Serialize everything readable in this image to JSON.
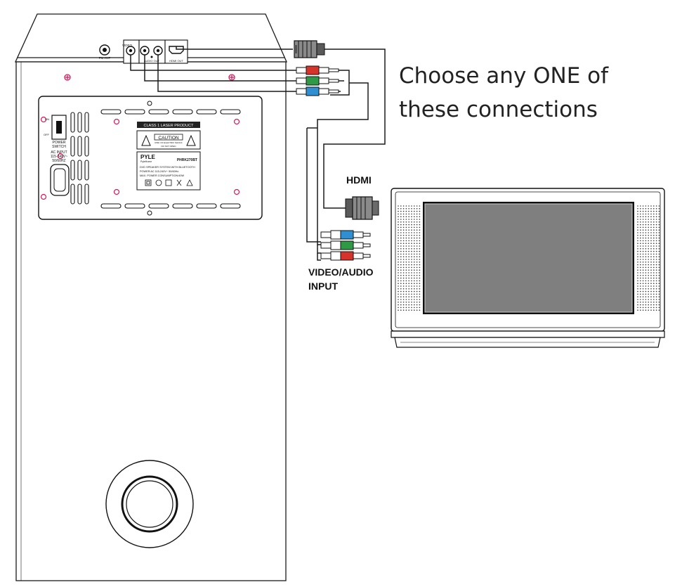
{
  "instruction": {
    "line1": "Choose any ONE of",
    "line2": "these connections"
  },
  "labels": {
    "hdmi": "HDMI",
    "av_line1": "VIDEO/AUDIO",
    "av_line2": "INPUT"
  },
  "speaker_panel": {
    "fm_ant": "FM ANT",
    "video": "VIDEO",
    "audio_out": "AUDIO OUT",
    "hdmi_out": "HDMI OUT",
    "power_on": "ON",
    "power_off": "OFF",
    "power_switch_line1": "POWER",
    "power_switch_line2": "SWITCH",
    "ac_input_line1": "AC INPUT",
    "ac_input_line2": "115-240V~",
    "ac_input_line3": "50/60HZ",
    "laser_product": "CLASS 1 LASER PRODUCT",
    "caution": "CAUTION",
    "caution_sub1": "RISK OF ELECTRIC SHOCK",
    "caution_sub2": "DO NOT OPEN",
    "brand": "PYLE",
    "brand_sub": "PyleHome",
    "model": "PHRK270BT",
    "spec1": "DVD SPEAKER SYSTEM WITH BLUETOOTH",
    "spec2": "POWER:AC 115-240V~ 50/60Hz",
    "spec3": "MAX. POWER CONSUMPTION:60W"
  },
  "colors": {
    "line": "#1a1a1a",
    "plug_gray": "#8a8a8a",
    "rca_red": "#d6332b",
    "rca_green": "#2e9a45",
    "rca_blue": "#2f8fd0",
    "screw_magenta": "#d61a5b",
    "tv_screen": "#7f7f7f",
    "instruction_text": "#222222"
  }
}
